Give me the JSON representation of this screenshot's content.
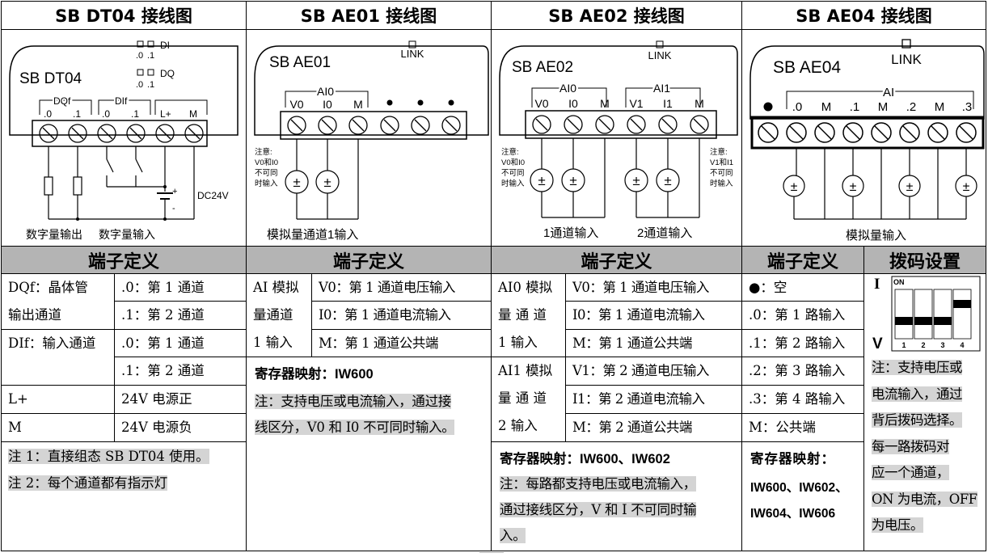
{
  "headers": [
    "SB DT04 接线图",
    "SB AE01 接线图",
    "SB AE02 接线图",
    "SB AE04 接线图"
  ],
  "dt04": {
    "model": "SB DT04",
    "di_label": "DI",
    "dq_label": "DQ",
    "dot0": ".0",
    "dot1": ".1",
    "group_dqf": "DQf",
    "group_dif": "DIf",
    "term_lplus": "L+",
    "term_m": "M",
    "supply": "DC24V",
    "plus": "+",
    "minus": "-",
    "caption_out": "数字量输出",
    "caption_in": "数字量输入"
  },
  "ae01": {
    "model": "SB AE01",
    "link": "LINK",
    "group": "AI0",
    "terms": [
      "V0",
      "I0",
      "M"
    ],
    "note": [
      "注意:",
      "V0和I0",
      "不可同",
      "时输入"
    ],
    "caption": "模拟量通道1输入"
  },
  "ae02": {
    "model": "SB AE02",
    "link": "LINK",
    "group0": "AI0",
    "group1": "AI1",
    "terms": [
      "V0",
      "I0",
      "M",
      "V1",
      "I1",
      "M"
    ],
    "note_left": [
      "注意:",
      "V0和I0",
      "不可同",
      "时输入"
    ],
    "note_right": [
      "注意:",
      "V1和I1",
      "不可同",
      "时输入"
    ],
    "caption0": "1通道输入",
    "caption1": "2通道输入"
  },
  "ae04": {
    "model": "SB AE04",
    "link": "LINK",
    "group": "AI",
    "terms": [
      ".0",
      "M",
      ".1",
      "M",
      ".2",
      "M",
      ".3"
    ],
    "caption": "模拟量输入"
  },
  "sections": {
    "dt04": "端子定义",
    "ae01": "端子定义",
    "ae02": "端子定义",
    "ae04": "端子定义",
    "dip": "拨码设置"
  },
  "dt04_table": {
    "dqf_1": "DQf：晶体管",
    "dqf_2": "输出通道",
    "dqf_r1": ".0：第 1 通道",
    "dqf_r2": ".1：第 2 通道",
    "dif_1": "DIf：输入通道",
    "dif_r1": ".0：第 1 通道",
    "dif_r2": ".1：第 2 通道",
    "lplus": "L+",
    "lplus_def": "24V 电源正",
    "m": "M",
    "m_def": "24V 电源负",
    "note1": "注 1：直接组态 SB DT04 使用。",
    "note2": "注 2：每个通道都有指示灯"
  },
  "ae01_table": {
    "left": [
      "AI 模拟",
      "量通道",
      "1 输入"
    ],
    "rows": [
      "V0：第 1 通道电压输入",
      "I0：第 1 通道电流输入",
      "M：第 1 通道公共端"
    ],
    "reg_label": "寄存器映射：",
    "reg_value": "IW600",
    "note": [
      "注：支持电压或电流输入，通过接",
      "线区分，V0 和 I0 不可同时输入。"
    ]
  },
  "ae02_table": {
    "left0": [
      "AI0 模拟",
      "量 通 道",
      "1 输入"
    ],
    "rows0": [
      "V0：第 1 通道电压输入",
      "I0：第 1 通道电流输入",
      "M：第 1 通道公共端"
    ],
    "left1": [
      "AI1 模拟",
      "量 通 道",
      "2 输入"
    ],
    "rows1": [
      "V1：第 2 通道电压输入",
      "I1：第 2 通道电流输入",
      "M：第 2 通道公共端"
    ],
    "reg_label": "寄存器映射：",
    "reg_value": "IW600、IW602",
    "note": [
      "注：每路都支持电压或电流输入，",
      "通过接线区分，V 和 I 不可同时输",
      "入。"
    ]
  },
  "ae04_table": {
    "rows": [
      "●：空",
      ".0：第 1 路输入",
      ".1：第 2 路输入",
      ".2：第 3 路输入",
      ".3：第 4 路输入",
      "M：公共端"
    ],
    "reg_label": "寄存器映射：",
    "reg_values": [
      "IW600、IW602、",
      "IW604、IW606"
    ]
  },
  "dip": {
    "i_label": "I",
    "v_label": "V",
    "on_label": "ON",
    "numbers": [
      "1",
      "2",
      "3",
      "4"
    ],
    "switch_on": [
      false,
      false,
      false,
      true
    ],
    "note": [
      "注：支持电压或",
      "电流输入，通过",
      "背后拨码选择。",
      "每一路拨码对",
      "应一个通道，",
      "ON 为电流，OFF",
      "为电压。"
    ]
  }
}
